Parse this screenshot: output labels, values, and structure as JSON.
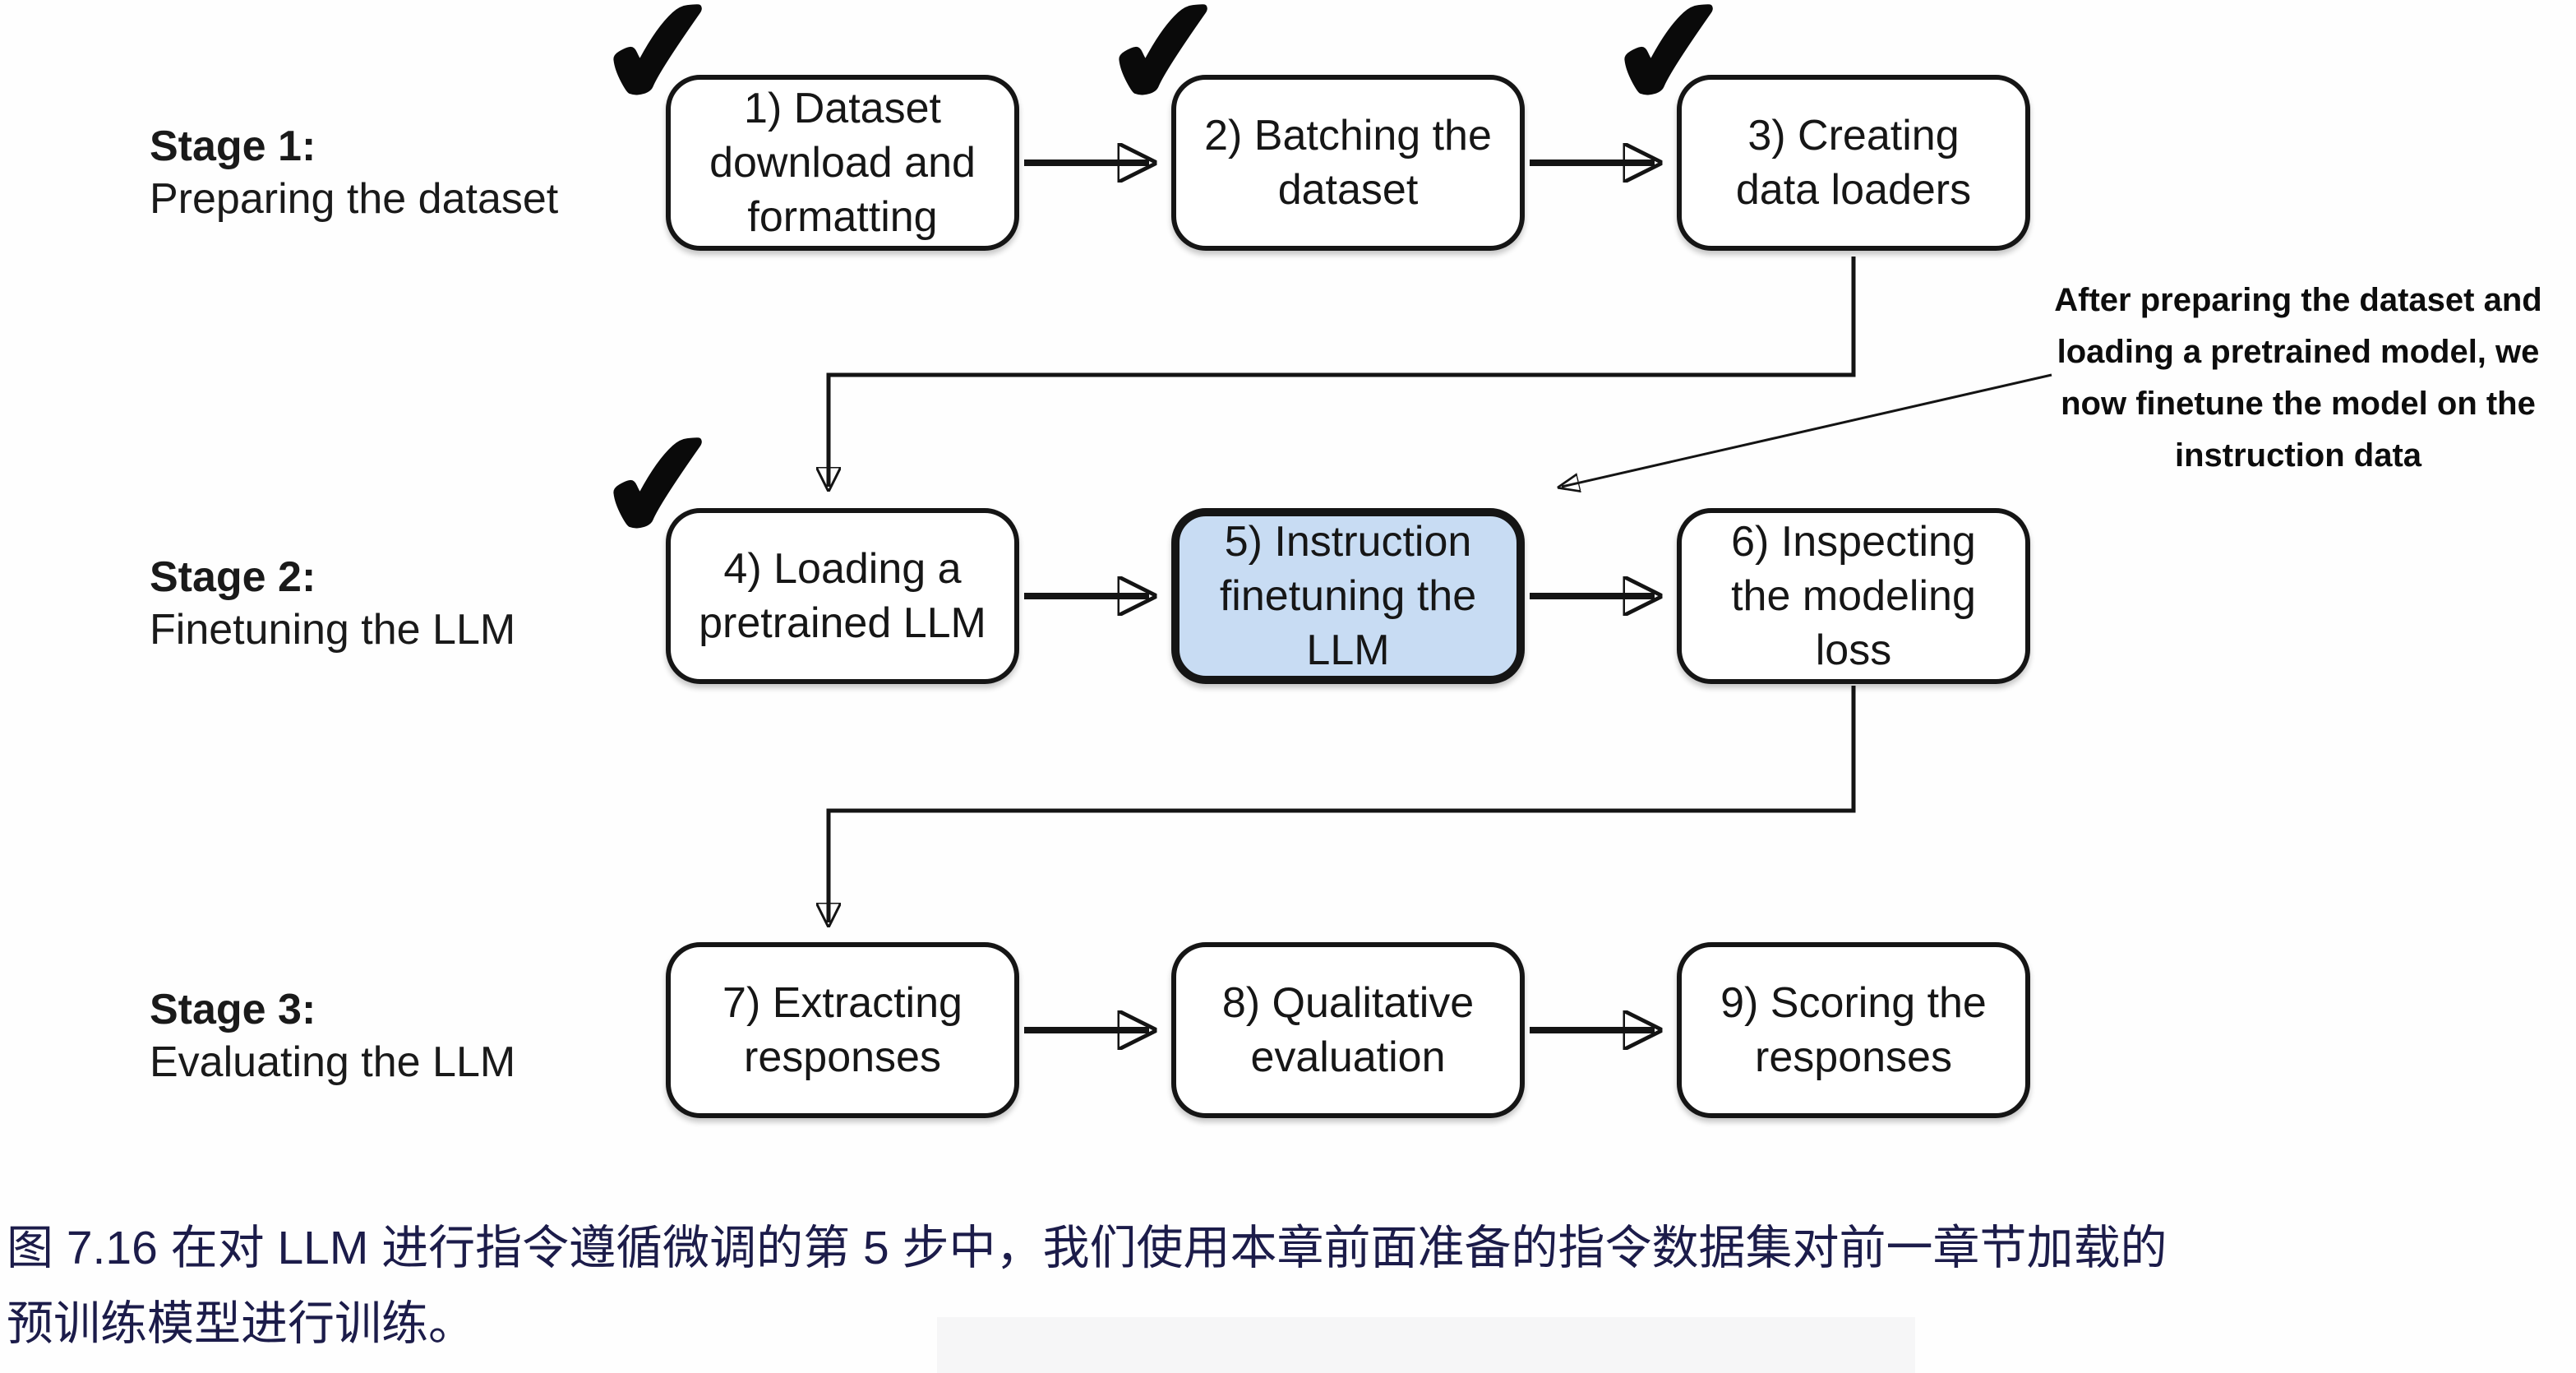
{
  "figure": {
    "kind": "flowchart",
    "stages": [
      {
        "title": "Stage 1:",
        "subtitle": "Preparing the dataset"
      },
      {
        "title": "Stage 2:",
        "subtitle": "Finetuning the LLM"
      },
      {
        "title": "Stage 3:",
        "subtitle": "Evaluating the LLM"
      }
    ],
    "boxes": [
      {
        "text": "1) Dataset\ndownload and\nformatting",
        "checked": true,
        "highlighted": false
      },
      {
        "text": "2) Batching the\ndataset",
        "checked": true,
        "highlighted": false
      },
      {
        "text": "3) Creating\ndata loaders",
        "checked": true,
        "highlighted": false
      },
      {
        "text": "4) Loading a\npretrained LLM",
        "checked": true,
        "highlighted": false
      },
      {
        "text": "5) Instruction\nfinetuning the\nLLM",
        "checked": false,
        "highlighted": true
      },
      {
        "text": "6) Inspecting\nthe modeling\nloss",
        "checked": false,
        "highlighted": false
      },
      {
        "text": "7) Extracting\nresponses",
        "checked": false,
        "highlighted": false
      },
      {
        "text": "8) Qualitative\nevaluation",
        "checked": false,
        "highlighted": false
      },
      {
        "text": "9) Scoring the\nresponses",
        "checked": false,
        "highlighted": false
      }
    ],
    "annotation": {
      "lines": [
        "After preparing the dataset and",
        "loading a pretrained model, we",
        "now finetune the model on the",
        "instruction data"
      ]
    },
    "caption": {
      "lines": [
        "图 7.16 在对 LLM 进行指令遵循微调的第 5 步中，我们使用本章前面准备的指令数据集对前一章节加载的",
        "预训练模型进行训练。"
      ]
    },
    "icons": {
      "check": "✔"
    },
    "colors": {
      "highlight_fill": "#c8dcf3",
      "box_border": "#151515",
      "arrow": "#141414",
      "caption_text": "#1c1c4a",
      "background": "#fefefe"
    }
  }
}
